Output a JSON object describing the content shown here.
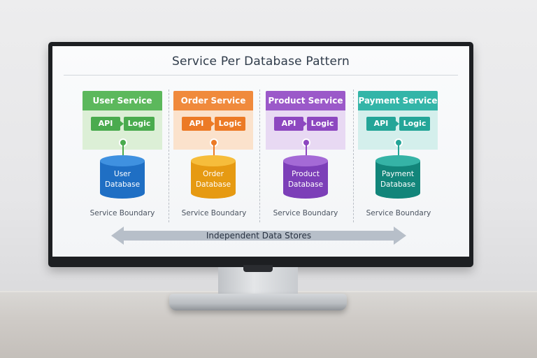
{
  "title": "Service Per Database Pattern",
  "services": [
    {
      "name": "User Service",
      "api": "API",
      "logic": "Logic",
      "db_line1": "User",
      "db_line2": "Database",
      "boundary": "Service Boundary",
      "colors": {
        "header": "#5cb85c",
        "body": "#dcefd6",
        "chip": "#4aab4e",
        "db": "#1f6fc4",
        "db_top": "#3f91e0"
      }
    },
    {
      "name": "Order Service",
      "api": "API",
      "logic": "Logic",
      "db_line1": "Order",
      "db_line2": "Database",
      "boundary": "Service Boundary",
      "colors": {
        "header": "#f08a3c",
        "body": "#fbe2cc",
        "chip": "#ec7a26",
        "db": "#e69a12",
        "db_top": "#f6bd3b"
      }
    },
    {
      "name": "Product Service",
      "api": "API",
      "logic": "Logic",
      "db_line1": "Product",
      "db_line2": "Database",
      "boundary": "Service Boundary",
      "colors": {
        "header": "#9b59c9",
        "body": "#e8d9f3",
        "chip": "#8d47c0",
        "db": "#7c3fb8",
        "db_top": "#a46ad6"
      }
    },
    {
      "name": "Payment Service",
      "api": "API",
      "logic": "Logic",
      "db_line1": "Payment",
      "db_line2": "Database",
      "boundary": "Service Boundary",
      "colors": {
        "header": "#33b5a8",
        "body": "#d4efec",
        "chip": "#24a598",
        "db": "#12857a",
        "db_top": "#35b3a6"
      }
    }
  ],
  "footer_arrow": "Independent Data Stores",
  "colors": {
    "arrow": "#b7bfc9",
    "title": "#2f3b4a"
  }
}
